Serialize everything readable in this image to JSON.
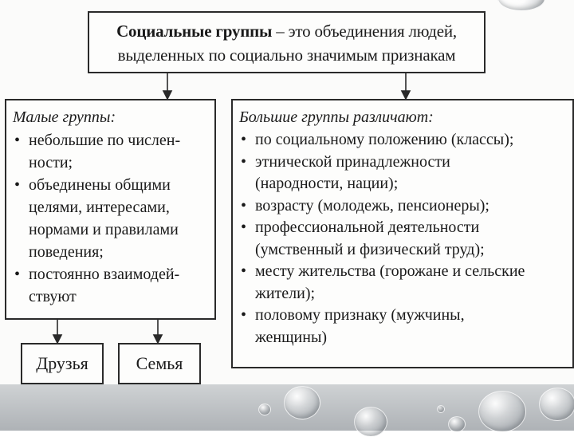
{
  "title": {
    "line1_bold": "Социальные группы",
    "line1_rest": " – это объединения людей,",
    "line2": "выделенных по социально значимым признакам"
  },
  "small_groups": {
    "heading": "Малые группы:",
    "items": [
      {
        "line1": "небольшие по числен-",
        "line2": "ности;"
      },
      {
        "line1": "объединены общими",
        "line2": "целями, интересами,",
        "line3": "нормами и правилами",
        "line4": "поведения;"
      },
      {
        "line1": "постоянно взаимодей-",
        "line2": "ствуют"
      }
    ]
  },
  "large_groups": {
    "heading": "Большие группы различают:",
    "items": [
      {
        "line1": "по социальному положению (классы);"
      },
      {
        "line1": "этнической принадлежности",
        "line2": "(народности, нации);"
      },
      {
        "line1": "возрасту (молодежь, пенсионеры);"
      },
      {
        "line1": "профессиональной деятельности",
        "line2": "(умственный и физический труд);"
      },
      {
        "line1": "месту жительства (горожане и сельские",
        "line2": "жители);"
      },
      {
        "line1": "половому признаку (мужчины,",
        "line2": "женщины)"
      }
    ]
  },
  "examples": {
    "friends": "Друзья",
    "family": "Семья"
  },
  "bullet": "•"
}
